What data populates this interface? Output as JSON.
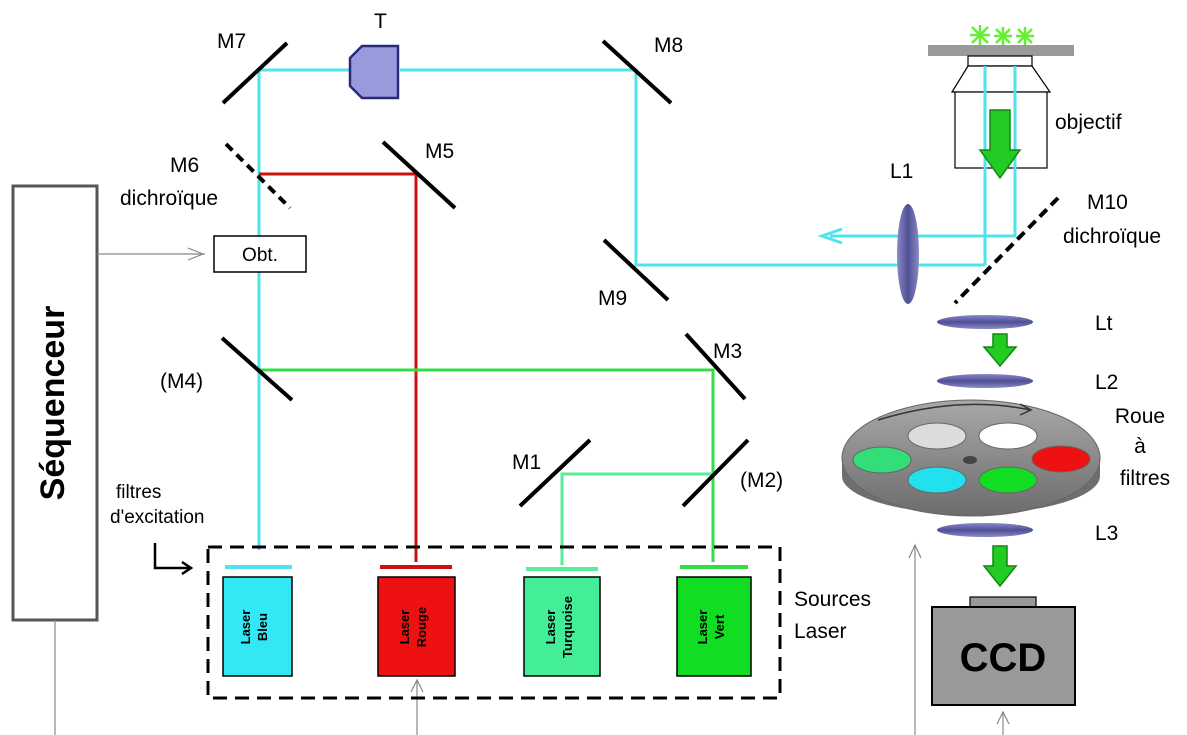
{
  "diagram": {
    "sequencer": "Séquenceur",
    "shutter": "Obt.",
    "prism": "T",
    "objective": "objectif",
    "ccd": "CCD",
    "sources_line1": "Sources",
    "sources_line2": "Laser",
    "filters_line1": "filtres",
    "filters_line2": "d'excitation",
    "wheel_line1": "Roue",
    "wheel_line2": "à",
    "wheel_line3": "filtres",
    "mirrors": {
      "m1": "M1",
      "m2": "(M2)",
      "m3": "M3",
      "m4": "(M4)",
      "m5": "M5",
      "m6": "M6",
      "m6_sub": "dichroïque",
      "m7": "M7",
      "m8": "M8",
      "m9": "M9",
      "m10": "M10",
      "m10_sub": "dichroïque"
    },
    "lenses": {
      "l1": "L1",
      "l2": "L2",
      "l3": "L3",
      "lt": "Lt"
    },
    "lasers": [
      {
        "line1": "Laser",
        "line2": "Bleu",
        "color": "#33e8f5"
      },
      {
        "line1": "Laser",
        "line2": "Rouge",
        "color": "#ee1111"
      },
      {
        "line1": "Laser",
        "line2": "Turquoise",
        "color": "#44ee99"
      },
      {
        "line1": "Laser",
        "line2": "Vert",
        "color": "#11dd22"
      }
    ],
    "colors": {
      "beam_blue": "#4fe3ee",
      "beam_red": "#cc1111",
      "beam_green": "#33dd44",
      "beam_turquoise": "#55ee99",
      "emission_arrow": "#22cc22",
      "prism_fill": "#9999dd",
      "lens_fill": "#6a6aaa"
    }
  }
}
